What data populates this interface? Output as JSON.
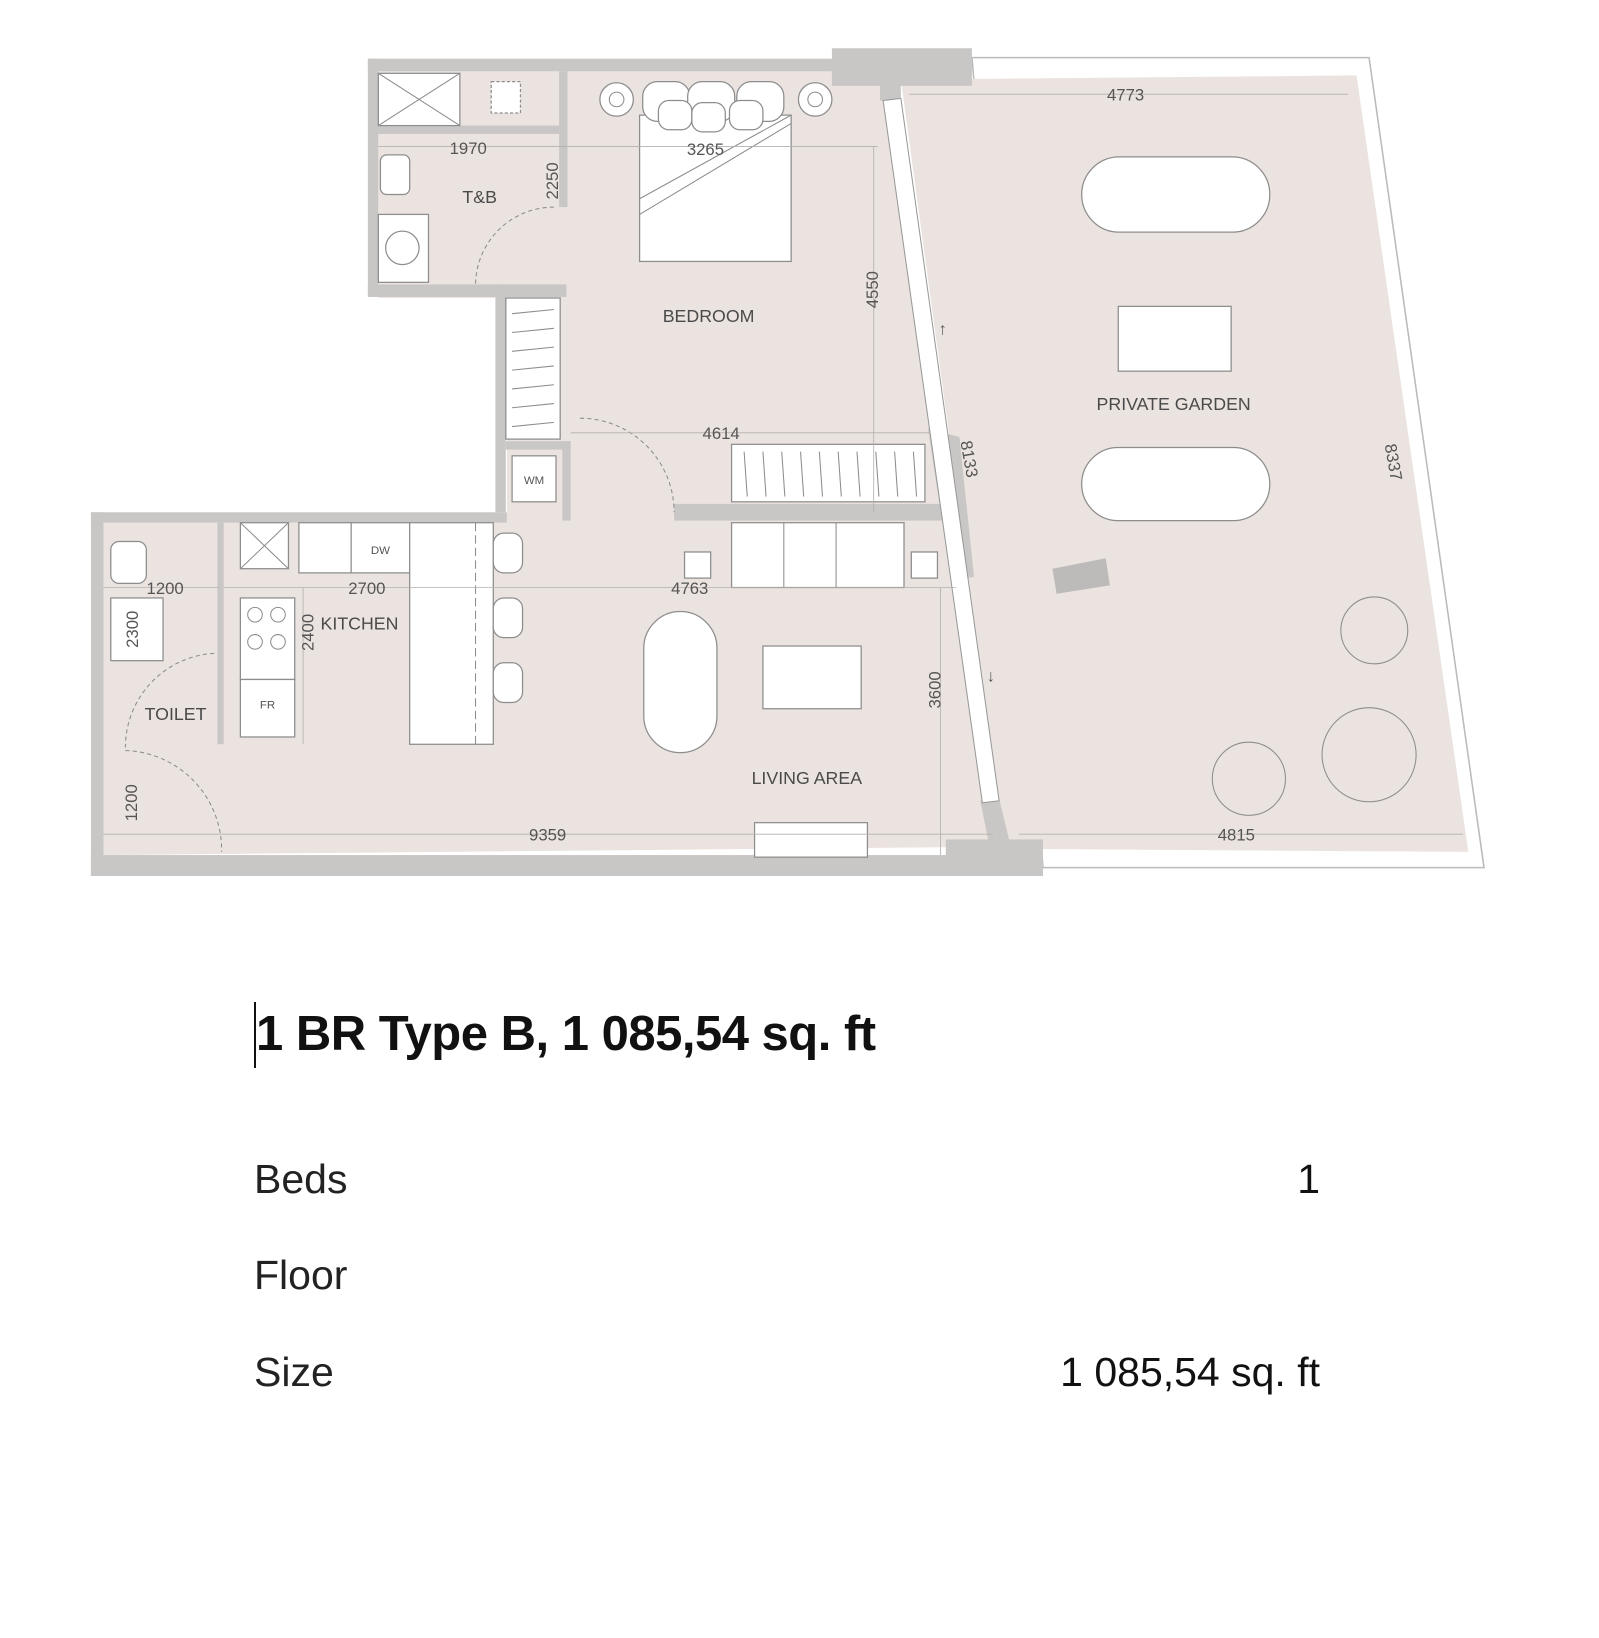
{
  "plan": {
    "rooms": {
      "tb": "T&B",
      "bedroom": "BEDROOM",
      "private_garden": "PRIVATE GARDEN",
      "kitchen": "KITCHEN",
      "toilet": "TOILET",
      "living_area": "LIVING AREA"
    },
    "appliances": {
      "wm": "WM",
      "dw": "DW",
      "fr": "FR"
    },
    "dimensions": {
      "tb_width": "1970",
      "tb_depth": "2250",
      "bedroom_width": "3265",
      "bedroom_depth": "4550",
      "bedroom_mid": "4614",
      "garden_top": "4773",
      "garden_bottom": "4815",
      "garden_side": "8337",
      "window": "8133",
      "toilet_width": "1200",
      "toilet_depth": "2300",
      "kitchen_width": "2700",
      "kitchen_depth": "2400",
      "living_width": "4763",
      "living_depth": "3600",
      "entry": "1200",
      "total_width": "9359"
    }
  },
  "title": "1 BR Type B, 1 085,54 sq. ft",
  "details": [
    {
      "label": "Beds",
      "value": "1"
    },
    {
      "label": "Floor",
      "value": ""
    },
    {
      "label": "Size",
      "value": "1 085,54 sq. ft"
    }
  ],
  "colors": {
    "floor": "#ebe3df",
    "wall": "#c9c7c6"
  }
}
